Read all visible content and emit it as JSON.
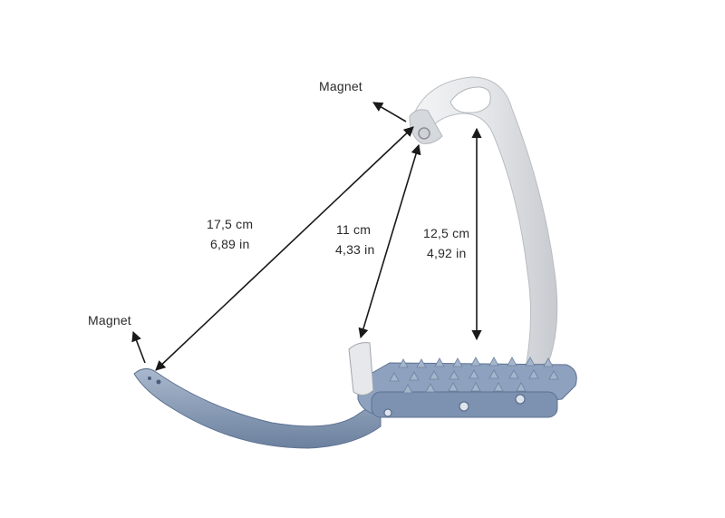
{
  "labels": {
    "magnet_top": "Magnet",
    "magnet_left": "Magnet",
    "diag_cm": "17,5 cm",
    "diag_in": "6,89 in",
    "mid_cm": "11 cm",
    "mid_in": "4,33 in",
    "right_cm": "12,5 cm",
    "right_in": "4,92 in"
  },
  "colors": {
    "arch": "#e4e6e8",
    "arch_shade": "#c9ccd0",
    "tread": "#8fa3bf",
    "tread_dark": "#6f84a3",
    "arrow": "#1a1a1a"
  }
}
